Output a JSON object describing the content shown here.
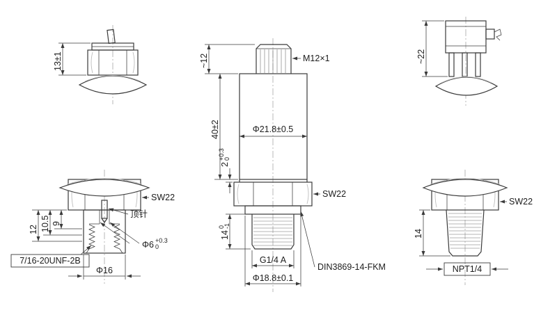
{
  "colors": {
    "line": "#3a3a3a",
    "background": "#ffffff"
  },
  "views": {
    "top_left": {
      "dim_height": "13±1"
    },
    "front": {
      "dim_connector_height": "~12",
      "thread_top_label": "M12×1",
      "dim_body_diameter": "Φ21.8±0.5",
      "dim_body_height": "40±2",
      "dim_step_value": "2",
      "dim_step_tol_upper": "+0.3",
      "dim_step_tol_lower": "0",
      "hex_label": "SW22",
      "dim_thread_length_value": "14",
      "dim_thread_length_tol_upper": "0",
      "dim_thread_length_tol_lower": "-1",
      "thread_bottom_label": "G1/4 A",
      "seal_label": "DIN3869-14-FKM",
      "dim_seal_diameter": "Φ18.8±0.1"
    },
    "top_right": {
      "dim_height": "~22"
    },
    "bottom_left": {
      "hex_label": "SW22",
      "pin_label": "顶针",
      "dim_depth_outer": "12",
      "dim_depth_mid": "10.5",
      "dim_depth_inner": "9",
      "thread_label": "7/16-20UNF-2B",
      "dim_hole_value": "Φ6",
      "dim_hole_tol_upper": "+0.3",
      "dim_hole_tol_lower": "0",
      "dim_outer_diameter": "Φ16"
    },
    "bottom_right": {
      "hex_label": "SW22",
      "dim_thread_length": "14",
      "thread_label": "NPT1/4"
    }
  }
}
